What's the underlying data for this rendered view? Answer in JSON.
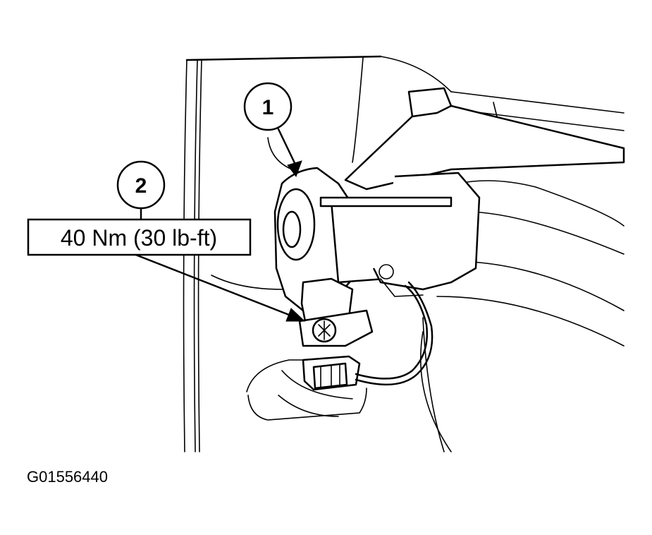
{
  "callouts": [
    {
      "number": "1"
    },
    {
      "number": "2"
    }
  ],
  "torque_spec": "40 Nm (30 lb-ft)",
  "figure_id": "G01556440"
}
